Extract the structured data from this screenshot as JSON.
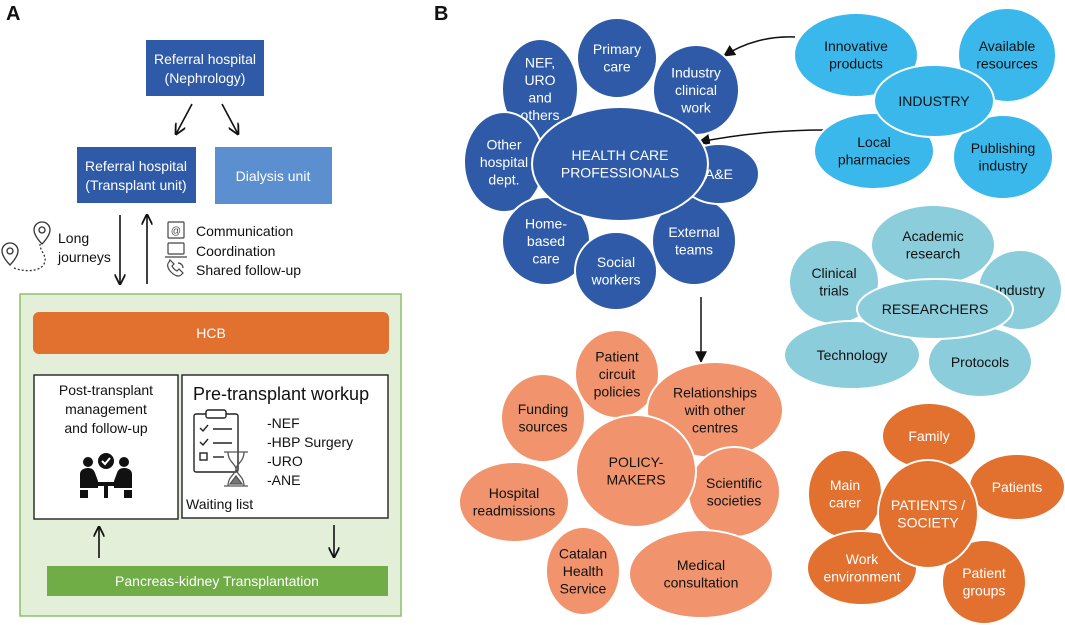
{
  "panels": {
    "a": "A",
    "b": "B"
  },
  "colors": {
    "hc_blue": "#2e5aa7",
    "industry_blue": "#3ab8ec",
    "researcher_blue": "#8ccddc",
    "policy_salmon": "#f1936c",
    "patients_orange": "#e2702e",
    "box_blue": "#2e5aa7",
    "dialysis_blue": "#5b8fd0",
    "hcb_orange": "#e2702e",
    "green_panel": "#e3efd8",
    "green_border": "#8cc06a",
    "green_bar": "#70ad47"
  },
  "panel_a": {
    "referral_nephrology": [
      "Referral hospital",
      "(Nephrology)"
    ],
    "referral_transplant": [
      "Referral hospital",
      "(Transplant unit)"
    ],
    "dialysis_unit": "Dialysis unit",
    "long_journeys": [
      "Long",
      "journeys"
    ],
    "communication": "Communication",
    "coordination": "Coordination",
    "shared_followup": "Shared follow-up",
    "hcb": "HCB",
    "post_transplant": [
      "Post-transplant",
      "management",
      "and follow-up"
    ],
    "pre_transplant_title": "Pre-transplant workup",
    "pre_items": [
      "-NEF",
      "-HBP Surgery",
      "-URO",
      "-ANE"
    ],
    "waiting_list": "Waiting list",
    "pancreas_kidney": "Pancreas-kidney Transplantation",
    "icons": [
      "map-pin-icon",
      "mail-icon",
      "computer-icon",
      "phone-icon",
      "team-icon",
      "clipboard-icon",
      "hourglass-icon"
    ]
  },
  "panel_b": {
    "health_care": {
      "center": [
        "HEALTH CARE",
        "PROFESSIONALS"
      ],
      "bubbles": [
        [
          "NEF,",
          "URO",
          "and",
          "others"
        ],
        [
          "Primary",
          "care"
        ],
        [
          "Industry",
          "clinical",
          "work"
        ],
        [
          "Other",
          "hospital",
          "dept."
        ],
        [
          "A&E"
        ],
        [
          "Home-",
          "based",
          "care"
        ],
        [
          "Social",
          "workers"
        ],
        [
          "External",
          "teams"
        ]
      ]
    },
    "industry": {
      "center": [
        "INDUSTRY"
      ],
      "bubbles": [
        [
          "Innovative",
          "products"
        ],
        [
          "Available",
          "resources"
        ],
        [
          "Local",
          "pharmacies"
        ],
        [
          "Publishing",
          "industry"
        ]
      ]
    },
    "researchers": {
      "center": [
        "RESEARCHERS"
      ],
      "bubbles": [
        [
          "Academic",
          "research"
        ],
        [
          "Clinical",
          "trials"
        ],
        [
          "Industry"
        ],
        [
          "Technology"
        ],
        [
          "Protocols"
        ]
      ]
    },
    "policy": {
      "center": [
        "POLICY-",
        "MAKERS"
      ],
      "bubbles": [
        [
          "Patient",
          "circuit",
          "policies"
        ],
        [
          "Relationships",
          "with other",
          "centres"
        ],
        [
          "Funding",
          "sources"
        ],
        [
          "Hospital",
          "readmissions"
        ],
        [
          "Scientific",
          "societies"
        ],
        [
          "Catalan",
          "Health",
          "Service"
        ],
        [
          "Medical",
          "consultation"
        ]
      ]
    },
    "patients": {
      "center": [
        "PATIENTS /",
        "SOCIETY"
      ],
      "bubbles": [
        [
          "Family"
        ],
        [
          "Main",
          "carer"
        ],
        [
          "Patients"
        ],
        [
          "Work",
          "environment"
        ],
        [
          "Patient",
          "groups"
        ]
      ]
    }
  }
}
